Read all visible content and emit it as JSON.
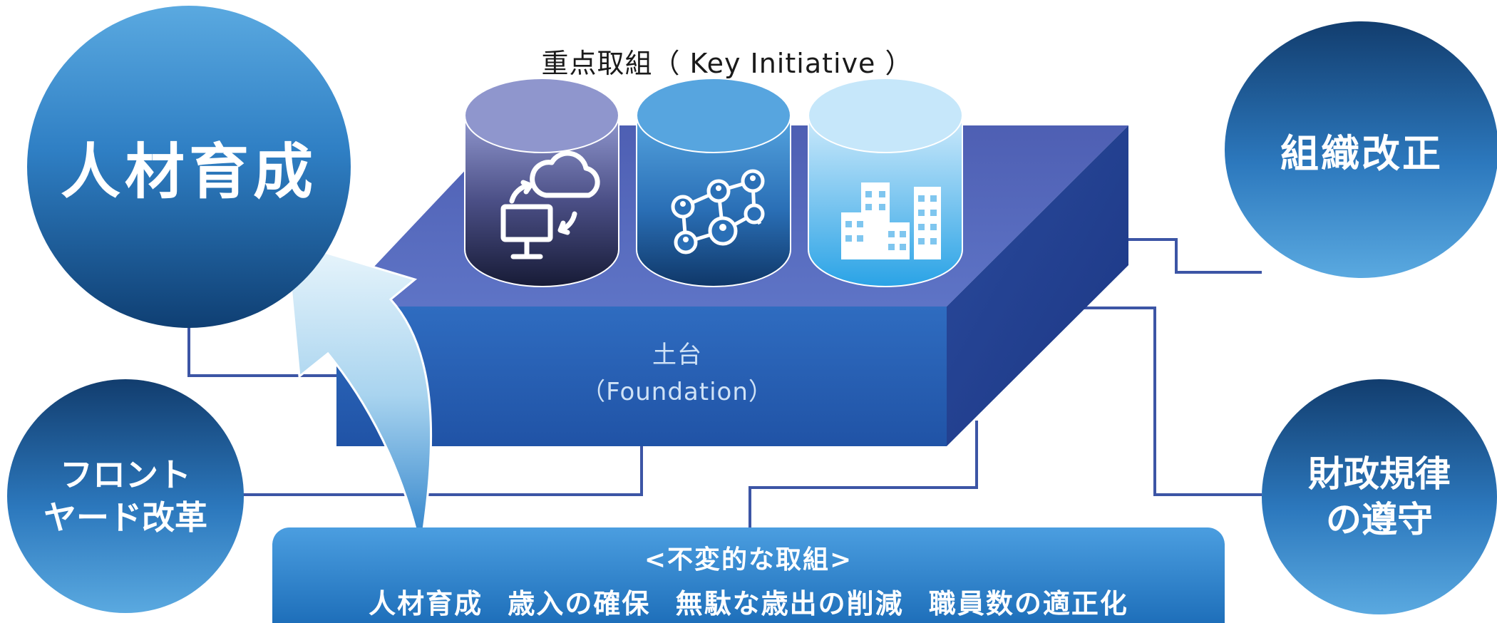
{
  "heading": "重点取組（ Key Initiative ）",
  "circles": {
    "top_left": "人材育成",
    "top_right": "組織改正",
    "bottom_left": [
      "フロント",
      "ヤード改革"
    ],
    "bottom_right": [
      "財政規律",
      "の遵守"
    ]
  },
  "foundation": {
    "label": "土台",
    "sub_label": "（Foundation）"
  },
  "bottom_bar": {
    "title": "<不変的な取組>",
    "items": "人材育成 歳入の確保 無駄な歳出の削減 職員数の適正化"
  },
  "icons": [
    "cloud-sync-computer-icon",
    "people-network-icon",
    "buildings-icon"
  ],
  "colors": {
    "foundation_top": "#5b6fbe",
    "foundation_front": "#2b5fb0",
    "connector_line": "#3c55a5",
    "cylinder_purple": "#8e95cc",
    "cylinder_blue": "#4c9cdc",
    "cylinder_light": "#bfe2f8",
    "bar_blue": "#1e6fba"
  }
}
